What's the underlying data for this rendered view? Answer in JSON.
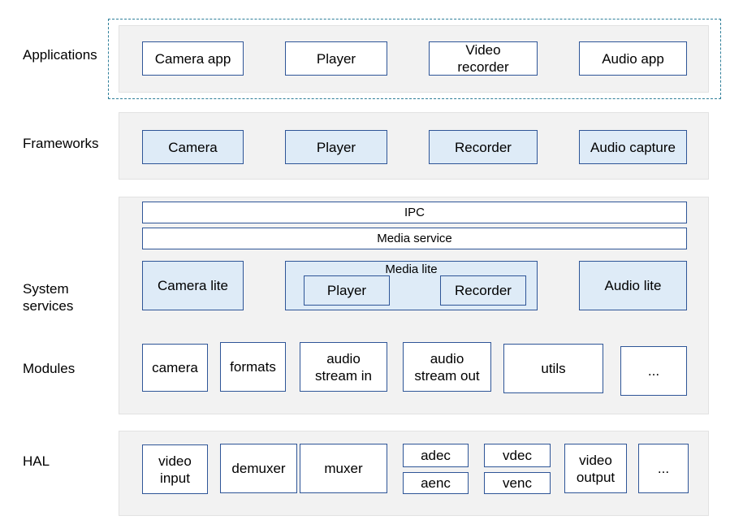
{
  "layers": {
    "applications": "Applications",
    "frameworks": "Frameworks",
    "system_services": "System\nservices",
    "modules": "Modules",
    "hal": "HAL"
  },
  "applications": {
    "camera_app": "Camera app",
    "player": "Player",
    "video_recorder": "Video\nrecorder",
    "audio_app": "Audio app"
  },
  "frameworks": {
    "camera": "Camera",
    "player": "Player",
    "recorder": "Recorder",
    "audio_capture": "Audio capture"
  },
  "system_services": {
    "ipc": "IPC",
    "media_service": "Media service",
    "camera_lite": "Camera lite",
    "media_lite": "Media lite",
    "media_lite_player": "Player",
    "media_lite_recorder": "Recorder",
    "audio_lite": "Audio lite"
  },
  "modules": {
    "camera": "camera",
    "formats": "formats",
    "audio_stream_in": "audio\nstream in",
    "audio_stream_out": "audio\nstream out",
    "utils": "utils",
    "more": "..."
  },
  "hal": {
    "video_input": "video\ninput",
    "demuxer": "demuxer",
    "muxer": "muxer",
    "adec": "adec",
    "aenc": "aenc",
    "vdec": "vdec",
    "venc": "venc",
    "video_output": "video\noutput",
    "more": "..."
  },
  "colors": {
    "box_border": "#2e5597",
    "box_fill_blue": "#deebf7",
    "band_fill": "#f2f2f2",
    "dashed_border": "#2f7f9a"
  }
}
